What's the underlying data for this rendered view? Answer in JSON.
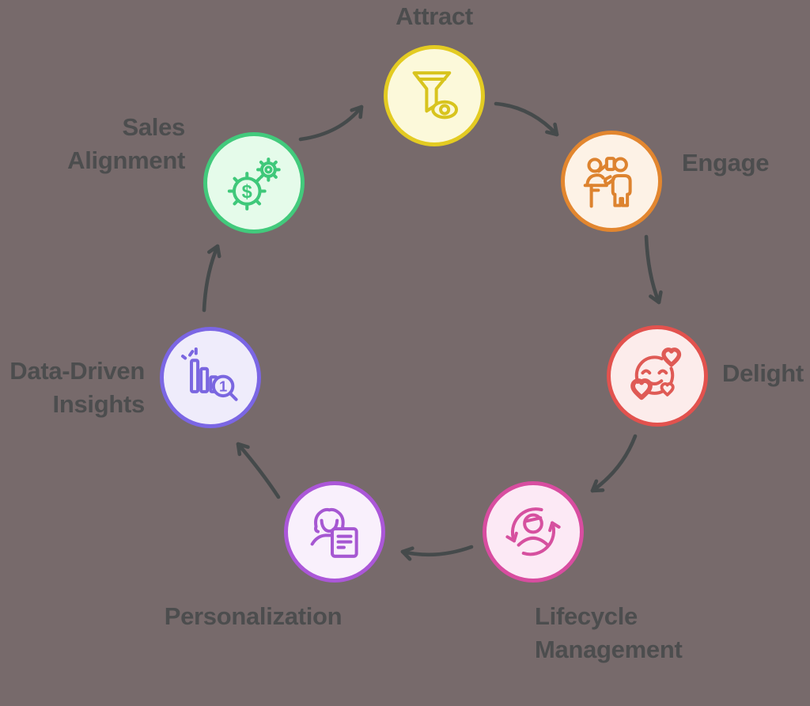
{
  "colors": {
    "background": "#776a6b",
    "label_text": "#4c4d4e",
    "arrow": "#454a4b"
  },
  "nodes": [
    {
      "id": "attract",
      "label": "Attract",
      "icon": "funnel-eye-icon",
      "colors": {
        "border": "#e3cb22",
        "fill": "#fcf9da",
        "icon": "#d8c41e"
      }
    },
    {
      "id": "engage",
      "label": "Engage",
      "icon": "meeting-people-icon",
      "colors": {
        "border": "#e2862f",
        "fill": "#fdf2e6",
        "icon": "#dd832f"
      }
    },
    {
      "id": "delight",
      "label": "Delight",
      "icon": "smiley-hearts-icon",
      "colors": {
        "border": "#e2524e",
        "fill": "#fceceb",
        "icon": "#df5a55"
      }
    },
    {
      "id": "lifecycle",
      "label": "Lifecycle\nManagement",
      "icon": "person-cycle-icon",
      "colors": {
        "border": "#d84da0",
        "fill": "#fce9f5",
        "icon": "#d6509f"
      }
    },
    {
      "id": "personalization",
      "label": "Personalization",
      "icon": "person-document-icon",
      "colors": {
        "border": "#ab57d8",
        "fill": "#f9f0fc",
        "icon": "#a657d2"
      }
    },
    {
      "id": "data_insights",
      "label": "Data-Driven\nInsights",
      "icon": "bar-chart-magnifier-icon",
      "colors": {
        "border": "#7b66e4",
        "fill": "#efecfb",
        "icon": "#7a66e0"
      }
    },
    {
      "id": "sales_alignment",
      "label": "Sales\nAlignment",
      "icon": "gears-dollar-icon",
      "colors": {
        "border": "#42ca7c",
        "fill": "#e5fbea",
        "icon": "#3fc87a"
      }
    }
  ],
  "icon_texts": {
    "magnifier_number": "1",
    "gear_currency": "$"
  },
  "arrows": [
    {
      "from": "sales_alignment",
      "to": "attract"
    },
    {
      "from": "attract",
      "to": "engage"
    },
    {
      "from": "engage",
      "to": "delight"
    },
    {
      "from": "delight",
      "to": "lifecycle"
    },
    {
      "from": "lifecycle",
      "to": "personalization"
    },
    {
      "from": "personalization",
      "to": "data_insights"
    },
    {
      "from": "data_insights",
      "to": "sales_alignment"
    }
  ]
}
